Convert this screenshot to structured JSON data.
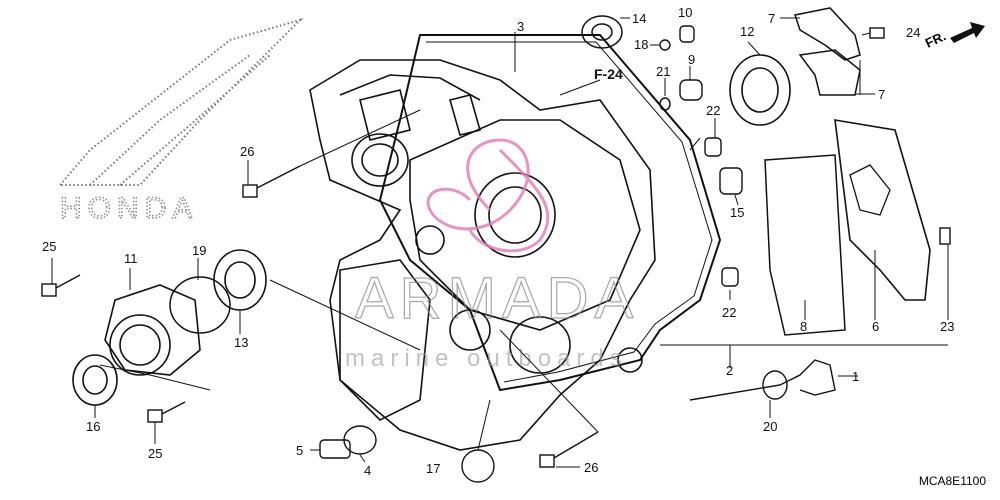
{
  "parts_diagram": {
    "callouts": [
      "1",
      "2",
      "3",
      "4",
      "5",
      "6",
      "7",
      "7",
      "8",
      "9",
      "10",
      "11",
      "12",
      "13",
      "14",
      "15",
      "16",
      "17",
      "18",
      "19",
      "20",
      "21",
      "22",
      "22",
      "23",
      "24",
      "25",
      "25",
      "26",
      "26"
    ],
    "reference": "F-24",
    "front_marker": "FR.",
    "diagram_code": "MCA8E1100",
    "logo_text": "HONDA",
    "watermark": {
      "title": "ARMADA",
      "subtitle": "marine outboards"
    },
    "colors": {
      "line": "#111111",
      "watermark_accent": "#e07ab5",
      "watermark_text": "#8a8a8a"
    }
  }
}
